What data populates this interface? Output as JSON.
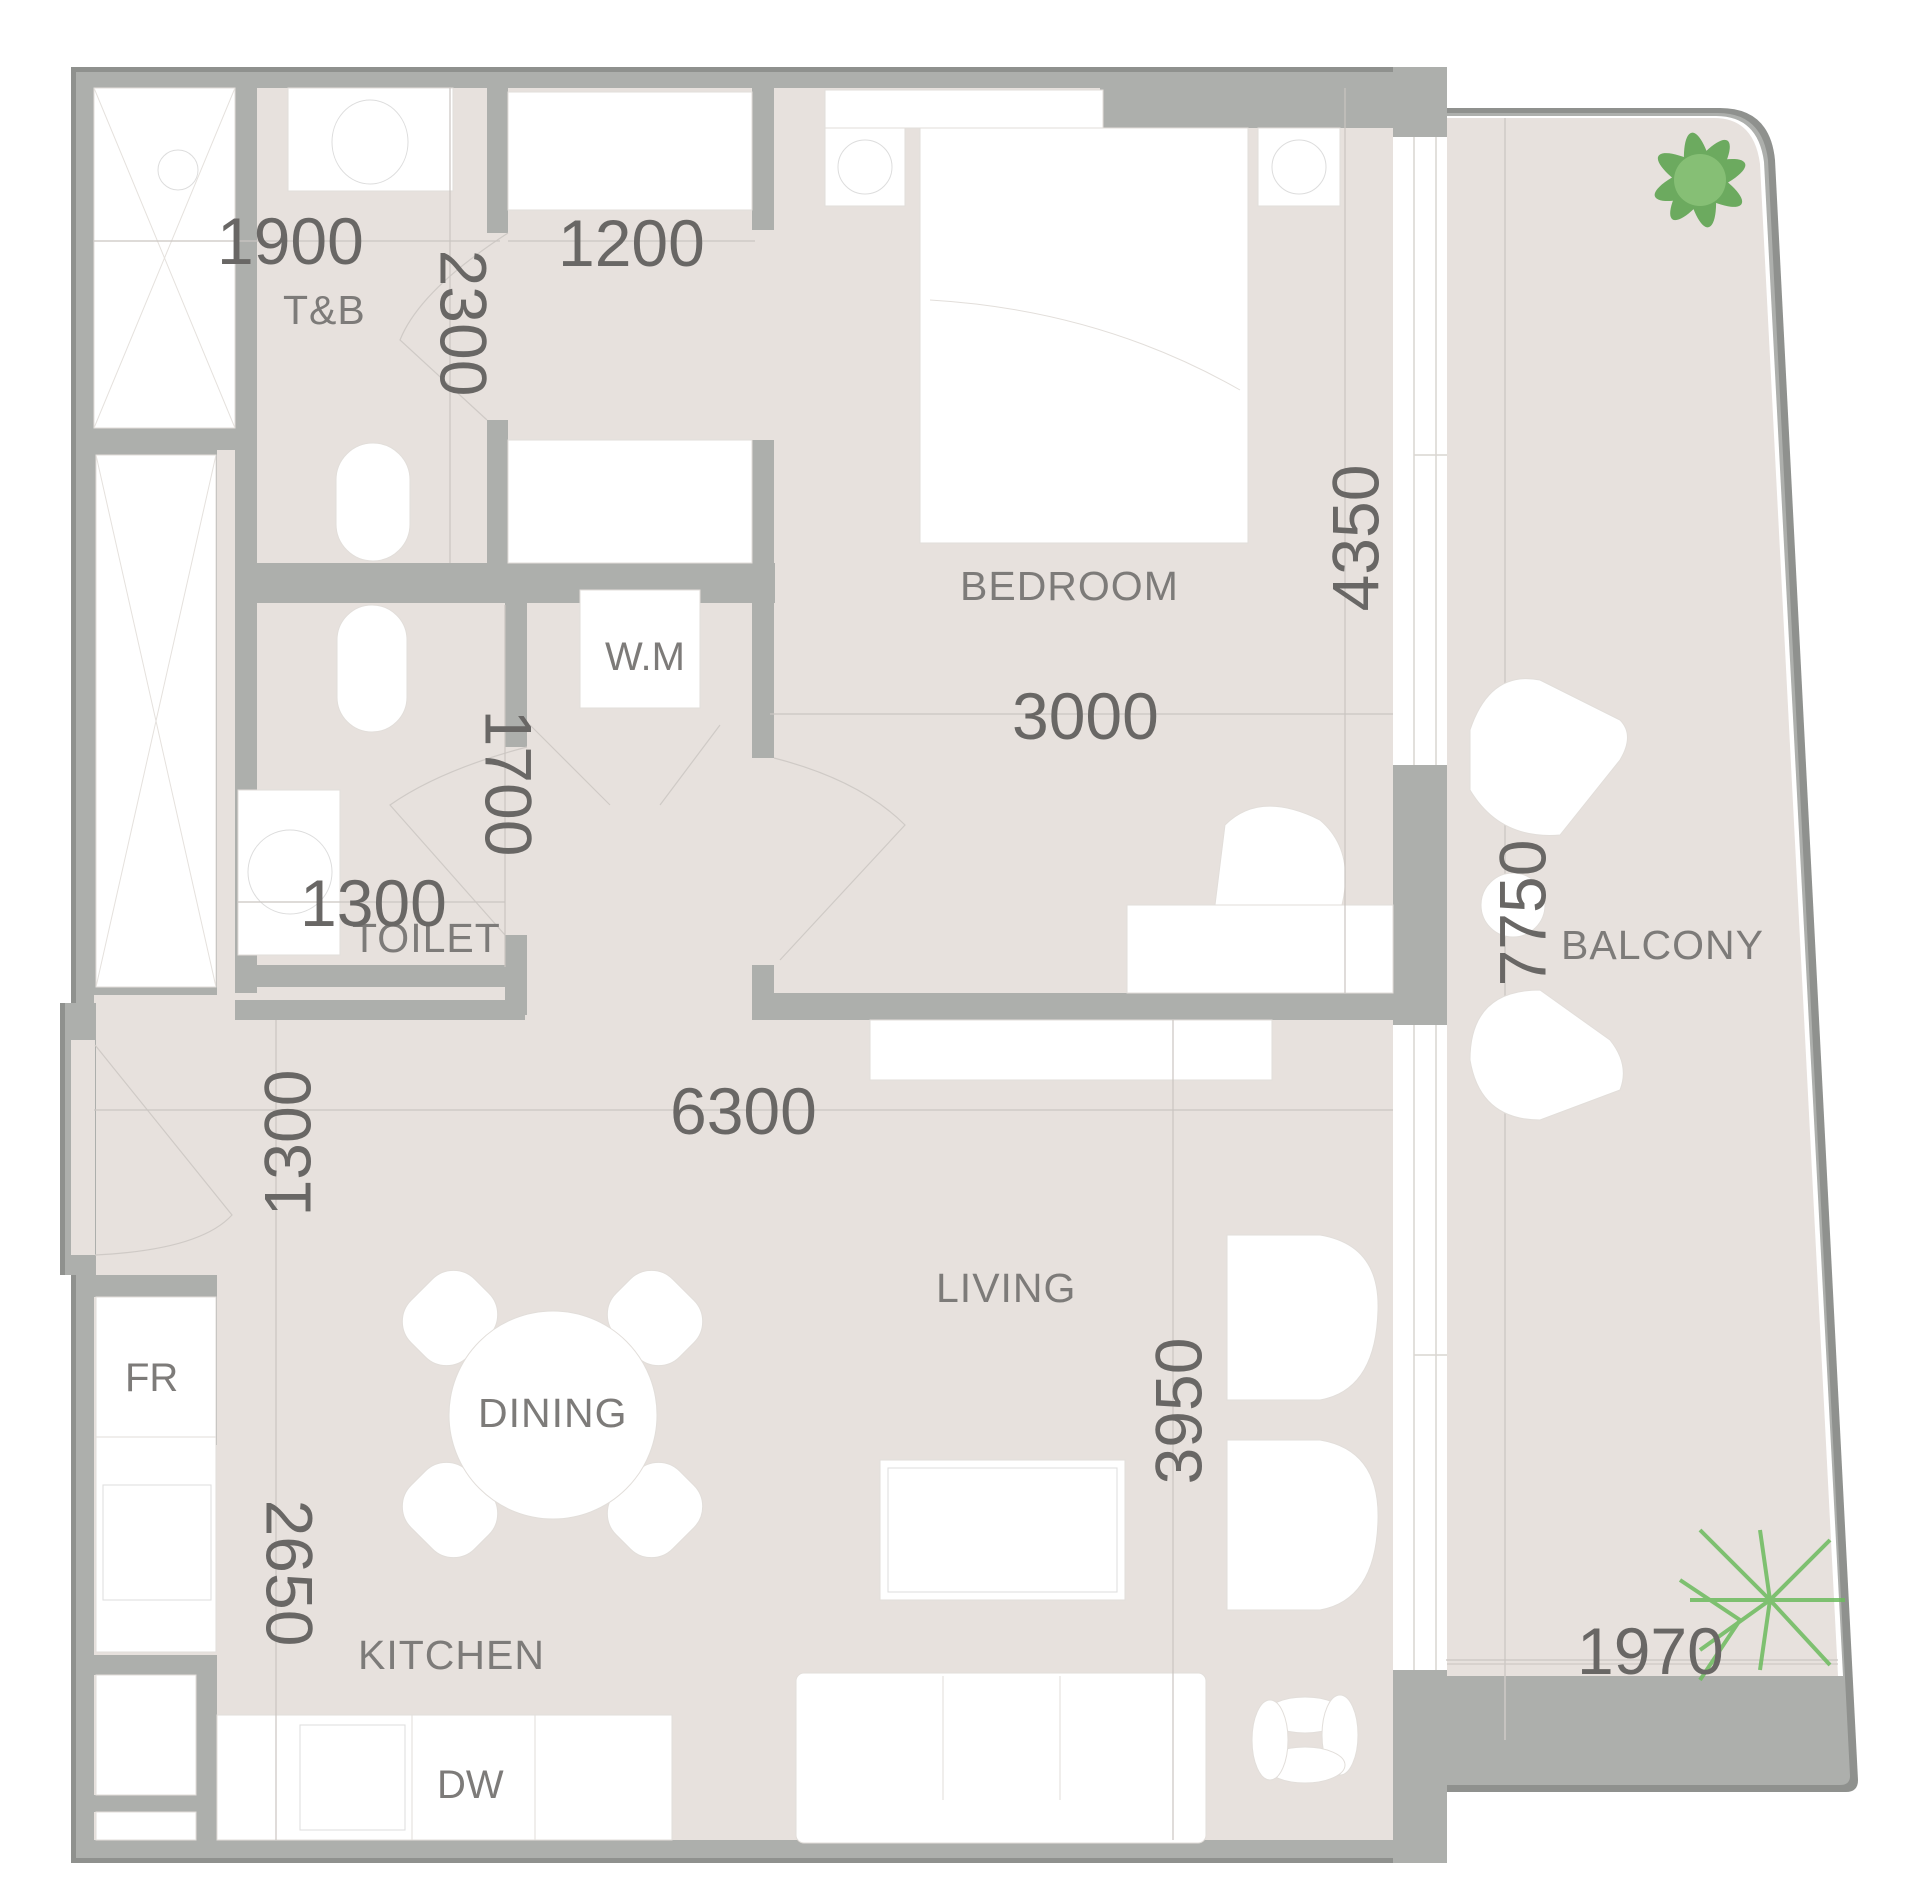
{
  "colors": {
    "wall": "#adafac",
    "wall_edge": "#8f918e",
    "floor": "#e7e1dd",
    "fixture": "#ffffff",
    "label_text": "#7d7b79",
    "dimension_text": "#696765",
    "plant_green": "#5aa94f"
  },
  "rooms": {
    "tb": "T&B",
    "toilet": "TOILET",
    "bedroom": "BEDROOM",
    "living": "LIVING",
    "dining": "DINING",
    "kitchen": "KITCHEN",
    "balcony": "BALCONY"
  },
  "fixtures": {
    "washing_machine": "W.M",
    "fridge": "FR",
    "dishwasher": "DW"
  },
  "dimensions": {
    "tb_width": "1900",
    "tb_length": "2300",
    "wardrobe_width": "1200",
    "bedroom_width": "3000",
    "bedroom_length": "4350",
    "toilet_length": "1700",
    "toilet_width": "1300",
    "overall_width": "6300",
    "entry_length": "1300",
    "living_length": "3950",
    "kitchen_length": "2650",
    "balcony_length": "7750",
    "balcony_width": "1970"
  }
}
